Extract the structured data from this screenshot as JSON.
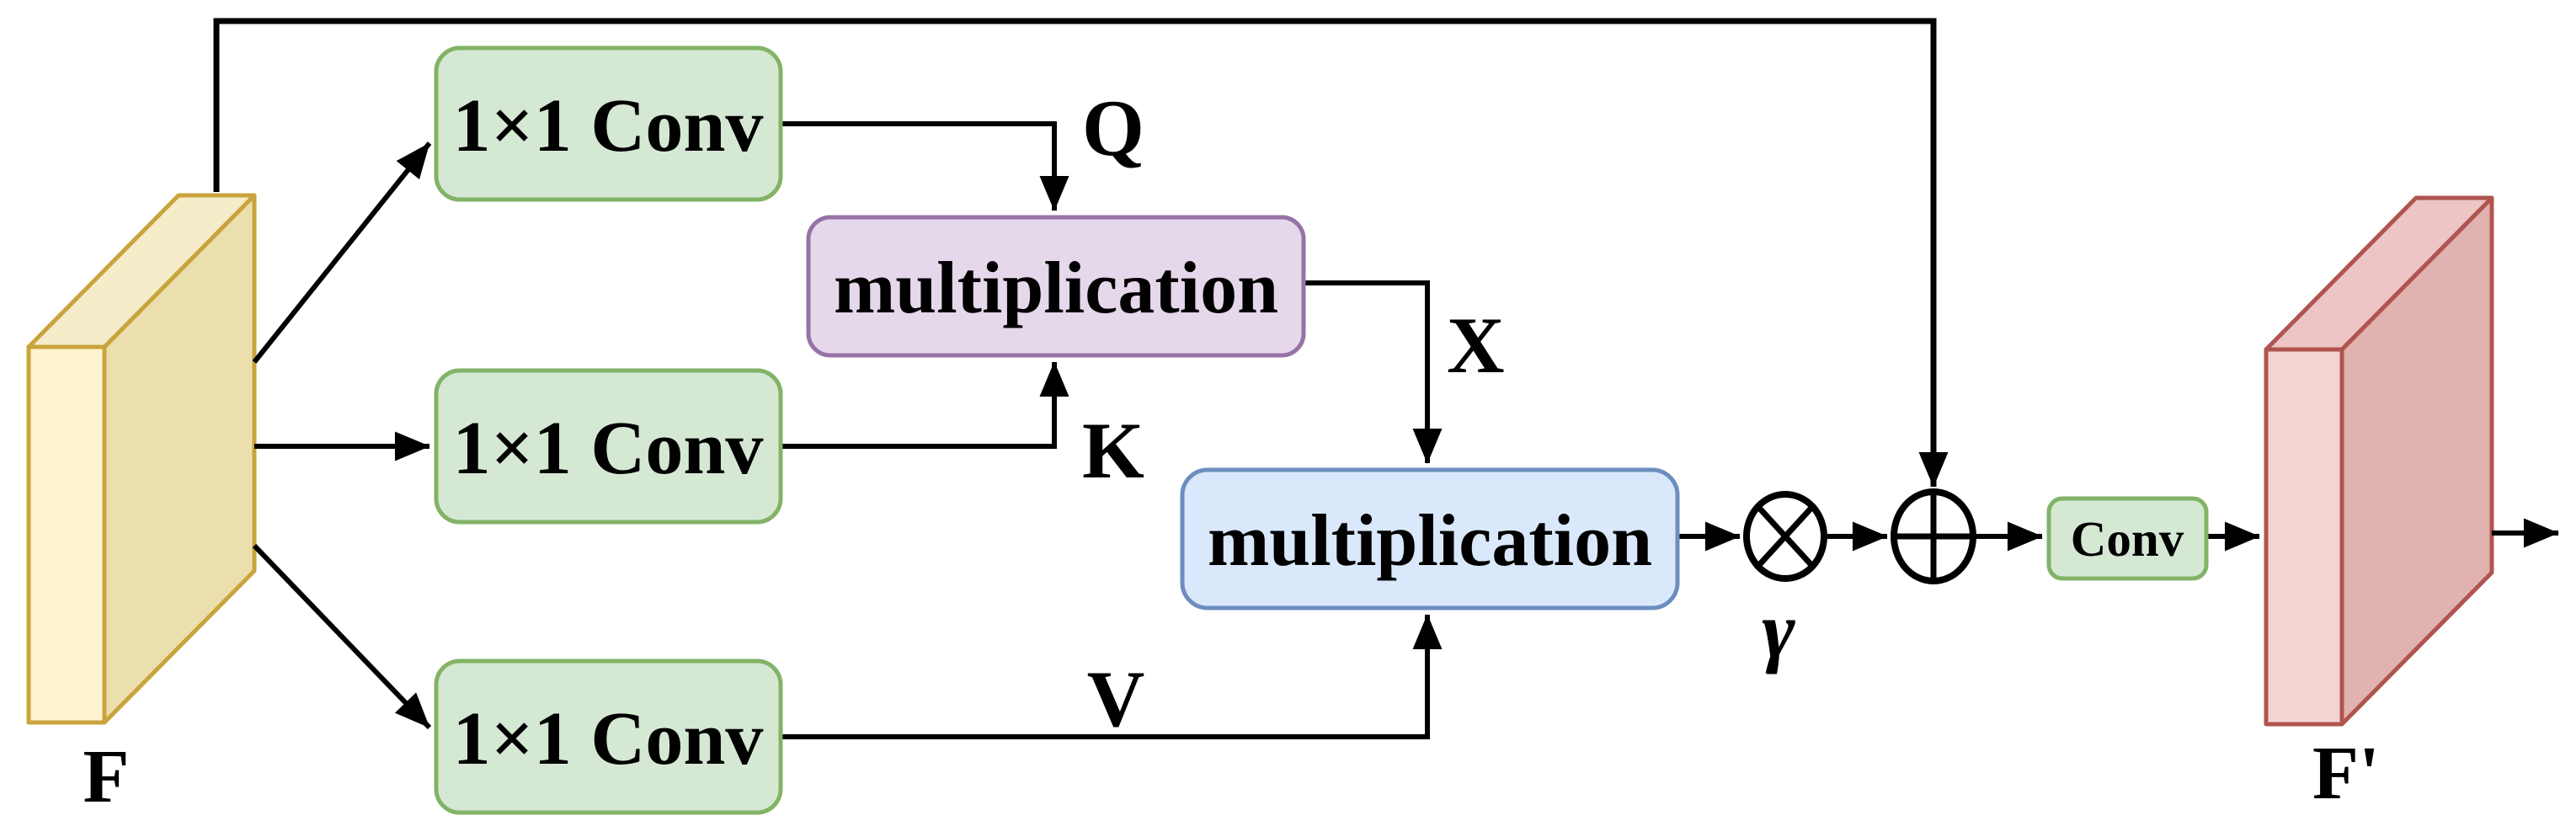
{
  "figure": {
    "input_tensor": {
      "label": "F"
    },
    "output_tensor": {
      "label": "F'"
    },
    "conv_q": {
      "label": "1×1 Conv"
    },
    "conv_k": {
      "label": "1×1 Conv"
    },
    "conv_v": {
      "label": "1×1 Conv"
    },
    "mult_qk": {
      "label": "multiplication"
    },
    "mult_xv": {
      "label": "multiplication"
    },
    "conv_out": {
      "label": "Conv"
    },
    "wire_labels": {
      "q": "Q",
      "k": "K",
      "v": "V",
      "x": "X"
    },
    "gamma": {
      "label": "γ"
    },
    "ops": {
      "scale": {
        "icon": "circled-times",
        "symbol": "⊗"
      },
      "sum": {
        "icon": "circled-plus",
        "symbol": "⊕"
      }
    }
  },
  "colors": {
    "line": "#000000",
    "box_green_fill": "#d5e8d4",
    "box_green_stroke": "#82b366",
    "box_purple_fill": "#e5d8eb",
    "box_purple_stroke": "#9673a6",
    "box_blue_fill": "#dae8fc",
    "box_blue_stroke": "#6c8ebf",
    "tensor_yellow_front": "#fdf3cf",
    "tensor_yellow_top": "#f5ecca",
    "tensor_yellow_side": "#ecdfae",
    "tensor_yellow_stroke": "#c9a43c",
    "tensor_red_front": "#f4d4d3",
    "tensor_red_top": "#ecc5c4",
    "tensor_red_side": "#e0b2b0",
    "tensor_red_stroke": "#b05450"
  }
}
